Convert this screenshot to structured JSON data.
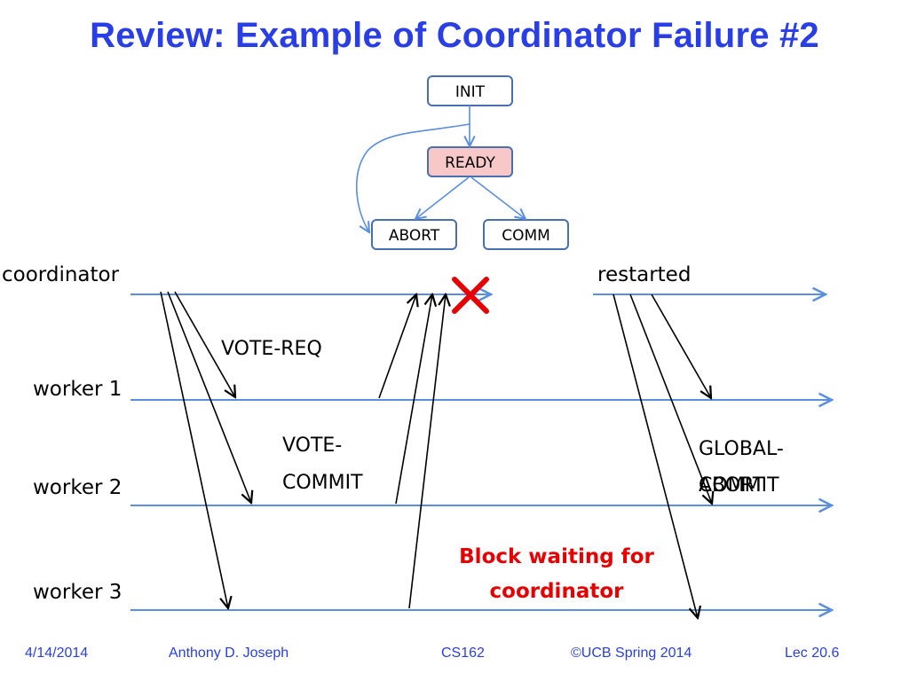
{
  "title": "Review: Example of Coordinator Failure #2",
  "state_machine": {
    "init": "INIT",
    "ready": "READY",
    "abort": "ABORT",
    "commit": "COMM"
  },
  "timeline": {
    "coordinator": "coordinator",
    "restarted": "restarted",
    "worker1": "worker 1",
    "worker2": "worker 2",
    "worker3": "worker 3"
  },
  "messages": {
    "vote_req": "VOTE-REQ",
    "vote_commit_line1": "VOTE-",
    "vote_commit_line2": "COMMIT",
    "global_line1": "GLOBAL-",
    "global_abort": "ABORT",
    "global_commit": "COMMIT"
  },
  "annotation": {
    "block_line1": "Block waiting for",
    "block_line2": "coordinator"
  },
  "failure_icon": "red-x-icon",
  "colors": {
    "title": "#2a3ee6",
    "timeline": "#5a8ee0",
    "block_text": "#e60000",
    "ready_fill": "#f8c8c8"
  },
  "footer": {
    "date": "4/14/2014",
    "author": "Anthony D. Joseph",
    "course": "CS162",
    "copyright": "©UCB Spring 2014",
    "lecture": "Lec 20.6"
  }
}
